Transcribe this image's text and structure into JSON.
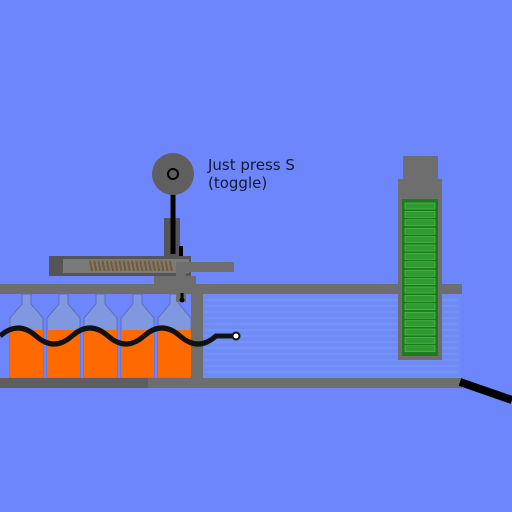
{
  "game": {
    "hint_line_1": "Just press S",
    "hint_line_2": "(toggle)"
  },
  "scene": {
    "bottle_count": 5,
    "oil_tube_cell_count": 18
  },
  "colors": {
    "background": "#6e86fb",
    "machine_gray": "#6e6e6e",
    "dark_gray": "#4a4a4a",
    "black": "#000000",
    "bottle_fill": "#ff6a00",
    "water": "#6f8cf5",
    "oil_green": "#1e7a1e",
    "spring_brown": "#7a5a2a"
  },
  "icons": {
    "pulley": "pulley-wheel-icon",
    "rope": "rope-icon",
    "conveyor": "conveyor-chain-icon"
  }
}
